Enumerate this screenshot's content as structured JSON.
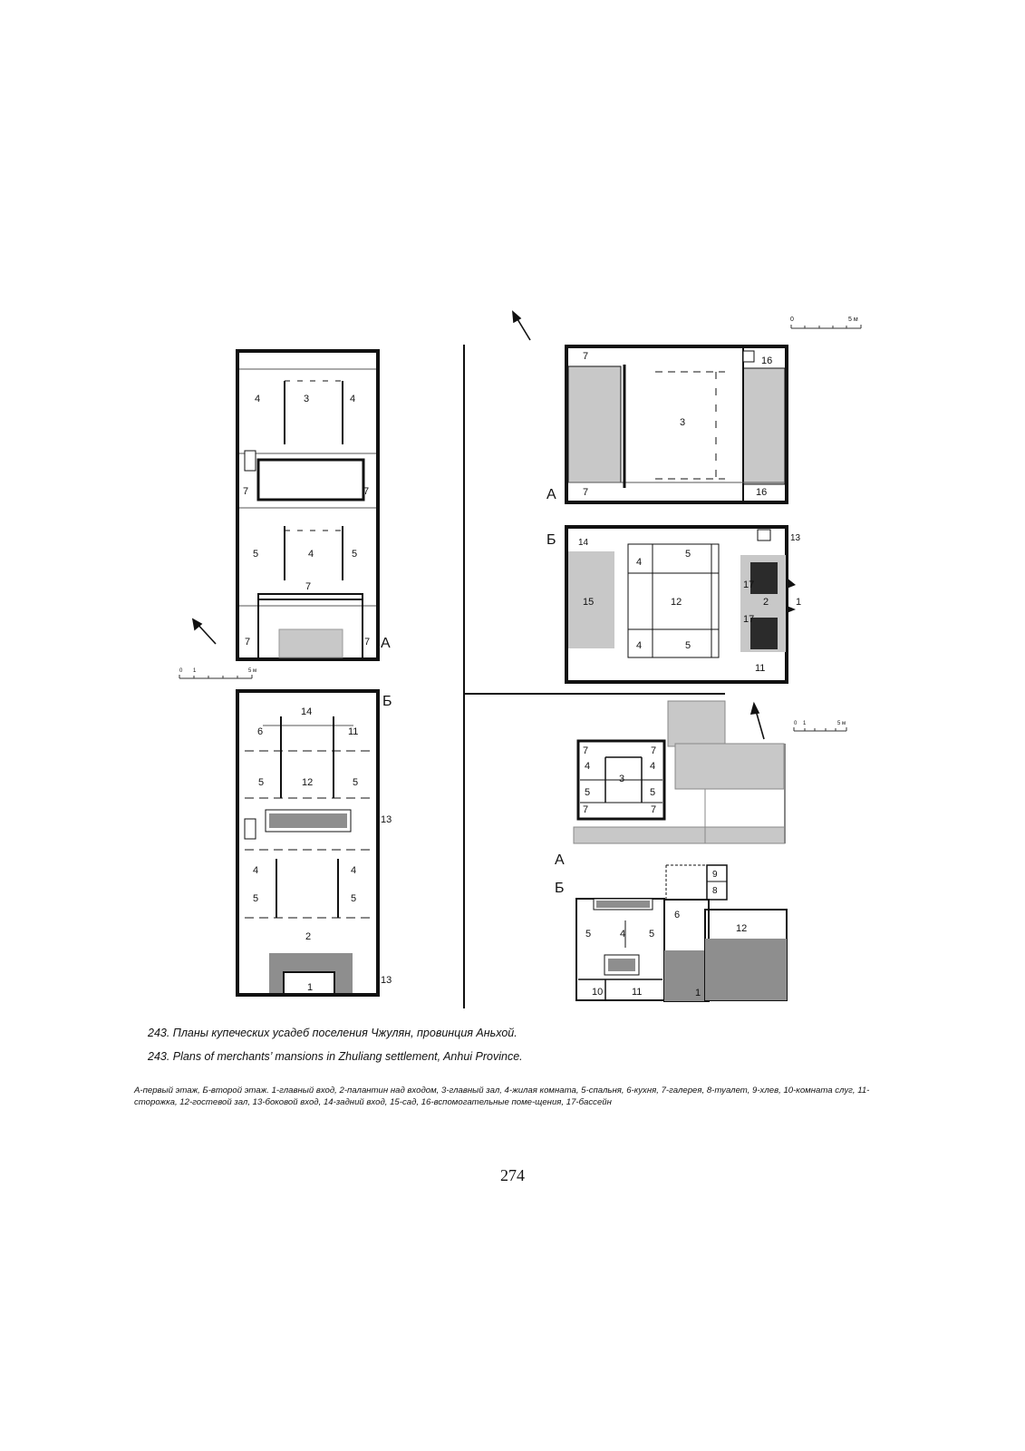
{
  "figure": {
    "caption_ru": "243. Планы купеческих усадеб поселения Чжулян, провинция Аньхой.",
    "caption_en": "243. Plans of merchants’ mansions in Zhuliang settlement, Anhui Province.",
    "legend": "А-первый этаж, Б-второй этаж. 1-главный вход, 2-палантин над входом, 3-главный зал, 4-жилая комната, 5-спальня, 6-кухня, 7-галерея, 8-туалет, 9-хлев, 10-комната слуг, 11-сторожка, 12-гостевой зал, 13-боковой вход, 14-задний вход, 15-сад, 16-вспомогательные поме-щения, 17-бассейн"
  },
  "page_number": "274",
  "floor_labels": {
    "first": "А",
    "second": "Б"
  },
  "scale": {
    "zero": "0",
    "one": "1",
    "five": "5 м",
    "five_short": "5 м"
  },
  "left_a": {
    "r1": "4",
    "r2": "3",
    "r3": "4",
    "r4": "7",
    "r5": "7",
    "r6": "5",
    "r7": "4",
    "r8": "5",
    "r9": "7",
    "r10": "7",
    "r11": "7"
  },
  "left_b": {
    "r1": "14",
    "r2": "6",
    "r3": "11",
    "r4": "5",
    "r5": "12",
    "r6": "5",
    "r7": "13",
    "r8": "4",
    "r9": "4",
    "r10": "5",
    "r11": "5",
    "r12": "2",
    "r13": "13",
    "r14": "1"
  },
  "right_top_a": {
    "r1": "7",
    "r2": "16",
    "r3": "3",
    "r4": "7",
    "r5": "16"
  },
  "right_top_b": {
    "r1": "14",
    "r2": "13",
    "r3": "4",
    "r4": "5",
    "r5": "15",
    "r6": "12",
    "r7": "17",
    "r8": "2",
    "r9": "1",
    "r10": "17",
    "r11": "4",
    "r12": "5",
    "r13": "11"
  },
  "right_bottom_a": {
    "r1": "7",
    "r2": "7",
    "r3": "4",
    "r4": "3",
    "r5": "4",
    "r6": "5",
    "r7": "5",
    "r8": "7",
    "r9": "7"
  },
  "right_bottom_b": {
    "r1": "9",
    "r2": "8",
    "r3": "6",
    "r4": "12",
    "r5": "5",
    "r6": "4",
    "r7": "5",
    "r8": "10",
    "r9": "11",
    "r10": "1"
  },
  "colors": {
    "wall": "#111111",
    "fill_light": "#c8c8c8",
    "fill_dark": "#8e8e8e",
    "fill_black": "#2b2b2b"
  }
}
